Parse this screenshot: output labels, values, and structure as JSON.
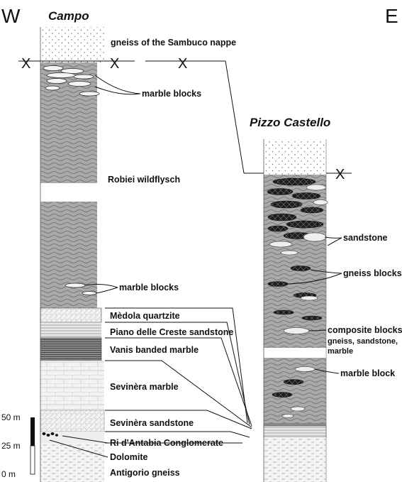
{
  "compass": {
    "west": "W",
    "east": "E"
  },
  "campo": {
    "title": "Campo",
    "units": [
      "gneiss of the Sambuco nappe",
      "marble blocks",
      "Robiei wildflysch",
      "marble blocks",
      "Mèdola quartzite",
      "Piano delle Creste sandstone",
      "Vanis banded marble",
      "Sevinèra marble",
      "Sevinèra sandstone",
      "Ri d'Antabia Conglomerate",
      "Dolomite",
      "Antigorio gneiss"
    ]
  },
  "pizzo": {
    "title": "Pizzo Castello",
    "labels": [
      "sandstone",
      "gneiss blocks",
      "composite blocks:",
      "gneiss, sandstone,",
      "marble",
      "marble block"
    ]
  },
  "thrust_marker": "X",
  "scale_bar": [
    "50 m",
    "25 m",
    "0 m"
  ],
  "colors": {
    "wildflysch": "#a9a9a9",
    "gneiss_bg": "#e0e0e0",
    "black_gneiss_blocks": "#1c1c1c"
  }
}
